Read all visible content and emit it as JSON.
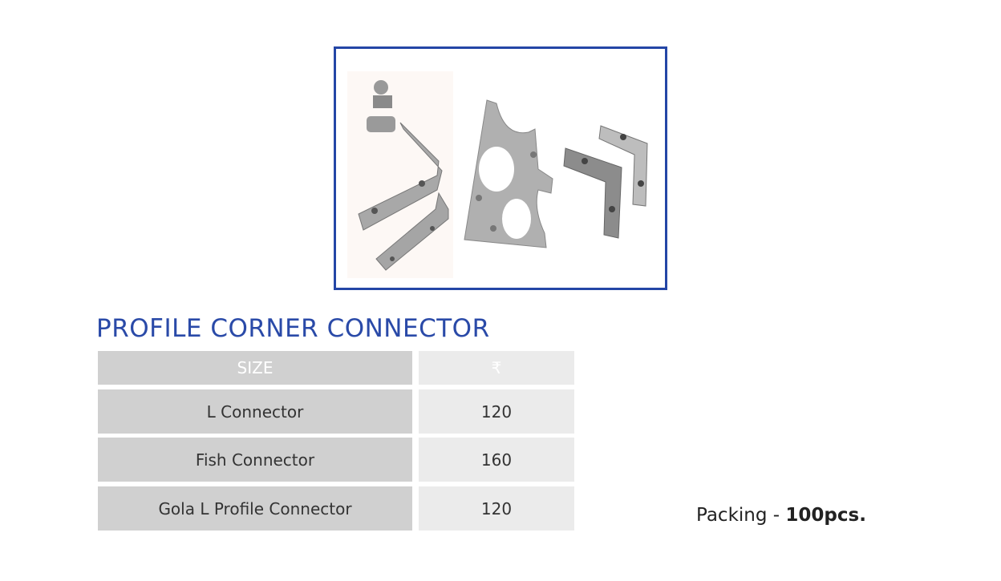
{
  "title": "PROFILE CORNER CONNECTOR",
  "table": {
    "headers": [
      "SIZE",
      "₹"
    ],
    "rows": [
      {
        "size": "L Connector",
        "price": "120"
      },
      {
        "size": "Fish Connector",
        "price": "160"
      },
      {
        "size": "Gola L Profile Connector",
        "price": "120"
      }
    ]
  },
  "packing": {
    "label": "Packing -",
    "value": "100pcs."
  },
  "colors": {
    "accent": "#1e44a0",
    "title": "#2a4aa8",
    "size_cell": "#d0d0d0",
    "price_cell": "#ebebeb"
  }
}
